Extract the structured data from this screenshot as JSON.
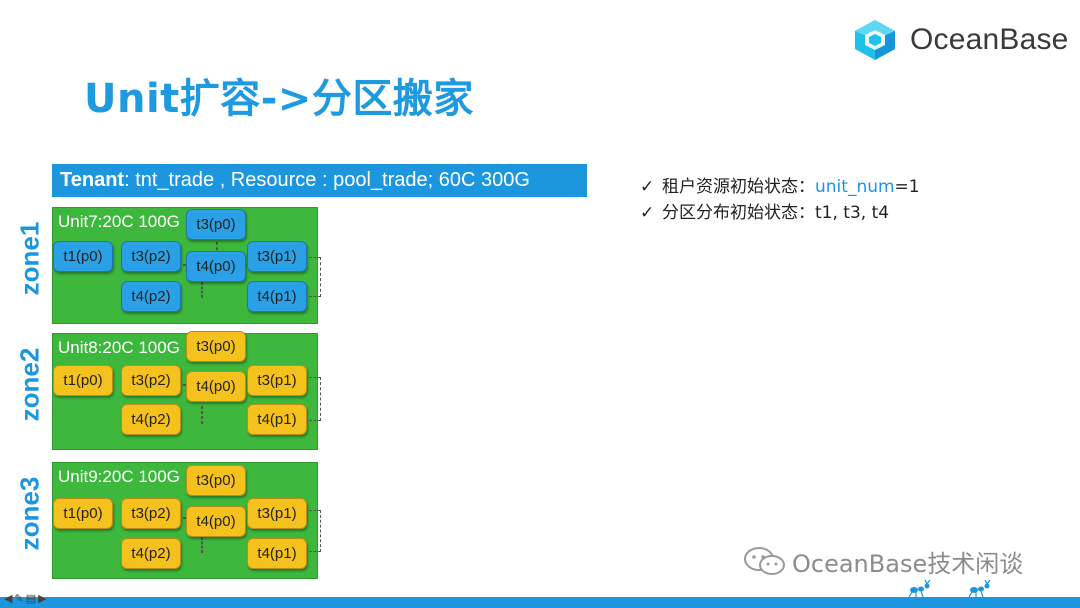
{
  "brand": {
    "name": "OceanBase",
    "icon": "oceanbase-cube-icon",
    "color": "#1b96df"
  },
  "title": "Unit扩容->分区搬家",
  "tenant": {
    "label": "Tenant",
    "rest": ": tnt_trade , Resource : pool_trade; 60C 300G"
  },
  "zones": [
    {
      "name": "zone1",
      "unit": "Unit7:20C 100G",
      "color": "blue",
      "chips": {
        "t1p0": "t1(p0)",
        "t3p2": "t3(p2)",
        "t3p0": "t3(p0)",
        "t4p0": "t4(p0)",
        "t3p1": "t3(p1)",
        "t4p2": "t4(p2)",
        "t4p1": "t4(p1)"
      }
    },
    {
      "name": "zone2",
      "unit": "Unit8:20C 100G",
      "color": "yellow",
      "chips": {
        "t1p0": "t1(p0)",
        "t3p2": "t3(p2)",
        "t3p0": "t3(p0)",
        "t4p0": "t4(p0)",
        "t3p1": "t3(p1)",
        "t4p2": "t4(p2)",
        "t4p1": "t4(p1)"
      }
    },
    {
      "name": "zone3",
      "unit": "Unit9:20C 100G",
      "color": "yellow",
      "chips": {
        "t1p0": "t1(p0)",
        "t3p2": "t3(p2)",
        "t3p0": "t3(p0)",
        "t4p0": "t4(p0)",
        "t3p1": "t3(p1)",
        "t4p2": "t4(p2)",
        "t4p1": "t4(p1)"
      }
    }
  ],
  "info": {
    "check": "✓",
    "line1": {
      "label": "租户资源初始状态：",
      "key": "unit_num",
      "value": "=1"
    },
    "line2": {
      "text": "分区分布初始状态：t1, t3, t4"
    }
  },
  "watermark": "OceanBase技术闲谈",
  "colors": {
    "chip_blue": "#2aa1e6",
    "chip_yellow": "#f5c11d",
    "unit_green": "#3db83d",
    "accent": "#1b96df"
  }
}
